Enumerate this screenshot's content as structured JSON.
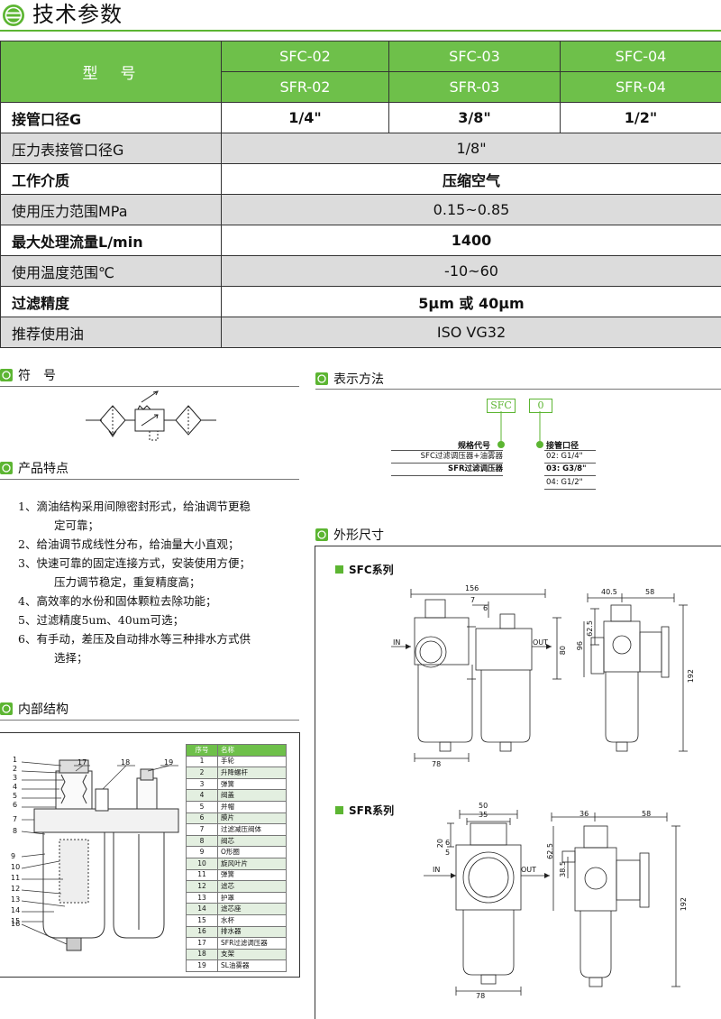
{
  "header": {
    "title": "技术参数",
    "brand_color": "#5cb532"
  },
  "spec_table": {
    "model_label": "型　号",
    "models_sfc": [
      "SFC-02",
      "SFC-03",
      "SFC-04"
    ],
    "models_sfr": [
      "SFR-02",
      "SFR-03",
      "SFR-04"
    ],
    "port_label": "接管口径G",
    "ports": [
      "1/4\"",
      "3/8\"",
      "1/2\""
    ],
    "rows": [
      {
        "label": "压力表接管口径G",
        "value": "1/8\""
      },
      {
        "label": "工作介质",
        "value": "压缩空气"
      },
      {
        "label": "使用压力范围MPa",
        "value": "0.15~0.85"
      },
      {
        "label": "最大处理流量L/min",
        "value": "1400"
      },
      {
        "label": "使用温度范围℃",
        "value": "-10~60"
      },
      {
        "label": "过滤精度",
        "value": "5μm 或 40μm"
      },
      {
        "label": "推荐使用油",
        "value": "ISO VG32"
      }
    ]
  },
  "sections": {
    "symbol": "符　号",
    "notation": "表示方法",
    "features": "产品特点",
    "structure": "内部结构",
    "dimensions": "外形尺寸"
  },
  "notation": {
    "code1": "SFC",
    "code2": "0",
    "spec_title": "规格代号",
    "spec_items": [
      "SFC过滤调压器+油雾器",
      "SFR过滤调压器"
    ],
    "port_title": "接管口径",
    "port_items": [
      "02: G1/4\"",
      "03: G3/8\"",
      "04: G1/2\""
    ]
  },
  "features": [
    {
      "main": "1、滴油结构采用间隙密封形式，给油调节更稳",
      "sub": "定可靠；"
    },
    {
      "main": "2、给油调节成线性分布，给油量大小直观；",
      "sub": ""
    },
    {
      "main": "3、快速可靠的固定连接方式，安装使用方便；",
      "sub": "压力调节稳定，重复精度高；"
    },
    {
      "main": "4、高效率的水份和固体颗粒去除功能；",
      "sub": ""
    },
    {
      "main": "5、过滤精度5um、40um可选；",
      "sub": ""
    },
    {
      "main": "6、有手动，差压及自动排水等三种排水方式供",
      "sub": "选择；"
    }
  ],
  "parts": {
    "head": [
      "序号",
      "名称"
    ],
    "items": [
      [
        "1",
        "手轮"
      ],
      [
        "2",
        "升降螺杆"
      ],
      [
        "3",
        "弹簧"
      ],
      [
        "4",
        "阀盖"
      ],
      [
        "5",
        "并帽"
      ],
      [
        "6",
        "膜片"
      ],
      [
        "7",
        "过滤减压阀体"
      ],
      [
        "8",
        "阀芯"
      ],
      [
        "9",
        "O形圈"
      ],
      [
        "10",
        "旋风叶片"
      ],
      [
        "11",
        "弹簧"
      ],
      [
        "12",
        "滤芯"
      ],
      [
        "13",
        "护罩"
      ],
      [
        "14",
        "滤芯座"
      ],
      [
        "15",
        "水杯"
      ],
      [
        "16",
        "排水器"
      ],
      [
        "17",
        "SFR过滤调压器"
      ],
      [
        "18",
        "支架"
      ],
      [
        "19",
        "SL油雾器"
      ]
    ],
    "callouts": [
      "1",
      "2",
      "3",
      "4",
      "5",
      "6",
      "7",
      "8",
      "9",
      "10",
      "11",
      "12",
      "13",
      "14",
      "15",
      "16",
      "17",
      "18",
      "19"
    ]
  },
  "dims": {
    "sfc_title": "SFC系列",
    "sfr_title": "SFR系列",
    "in_label": "IN",
    "out_label": "OUT",
    "sfc": {
      "w156": "156",
      "d7": "7",
      "d6": "6",
      "w78": "78",
      "h80": "80",
      "d62": "62.5",
      "d96": "96",
      "h192": "192",
      "d40": "40.5",
      "d58": "58"
    },
    "sfr": {
      "w50": "50",
      "w35": "35",
      "d20": "20",
      "d6": "6",
      "d5": "5",
      "w78": "78",
      "d36": "36",
      "d58": "58",
      "d62": "62.5",
      "d38": "38.5",
      "h192": "192"
    }
  }
}
